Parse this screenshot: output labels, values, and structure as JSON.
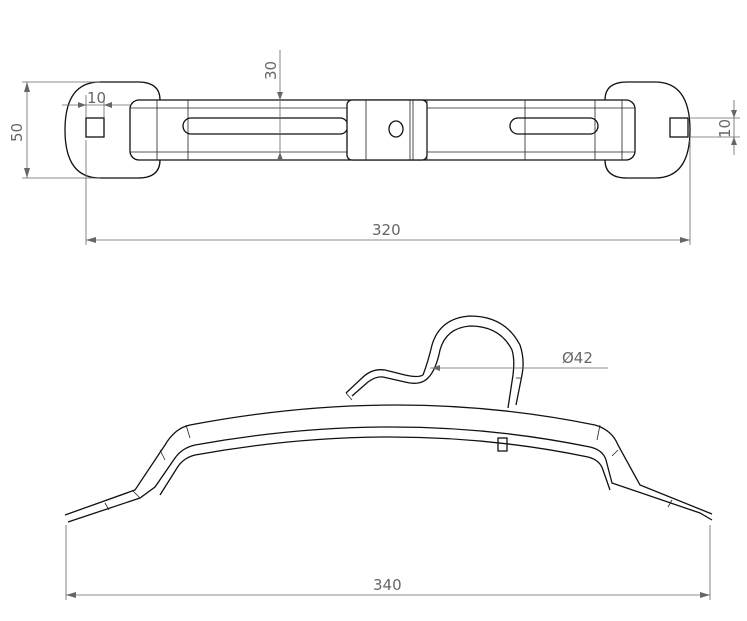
{
  "top_view": {
    "dimensions": {
      "overall_length": "320",
      "end_width": "50",
      "bar_width": "30",
      "hole_left": "10",
      "hole_right": "10"
    }
  },
  "side_view": {
    "dimensions": {
      "overall_length": "340",
      "hook_diameter": "Ø42"
    }
  },
  "colors": {
    "line": "#111111",
    "dimension": "#666666"
  }
}
